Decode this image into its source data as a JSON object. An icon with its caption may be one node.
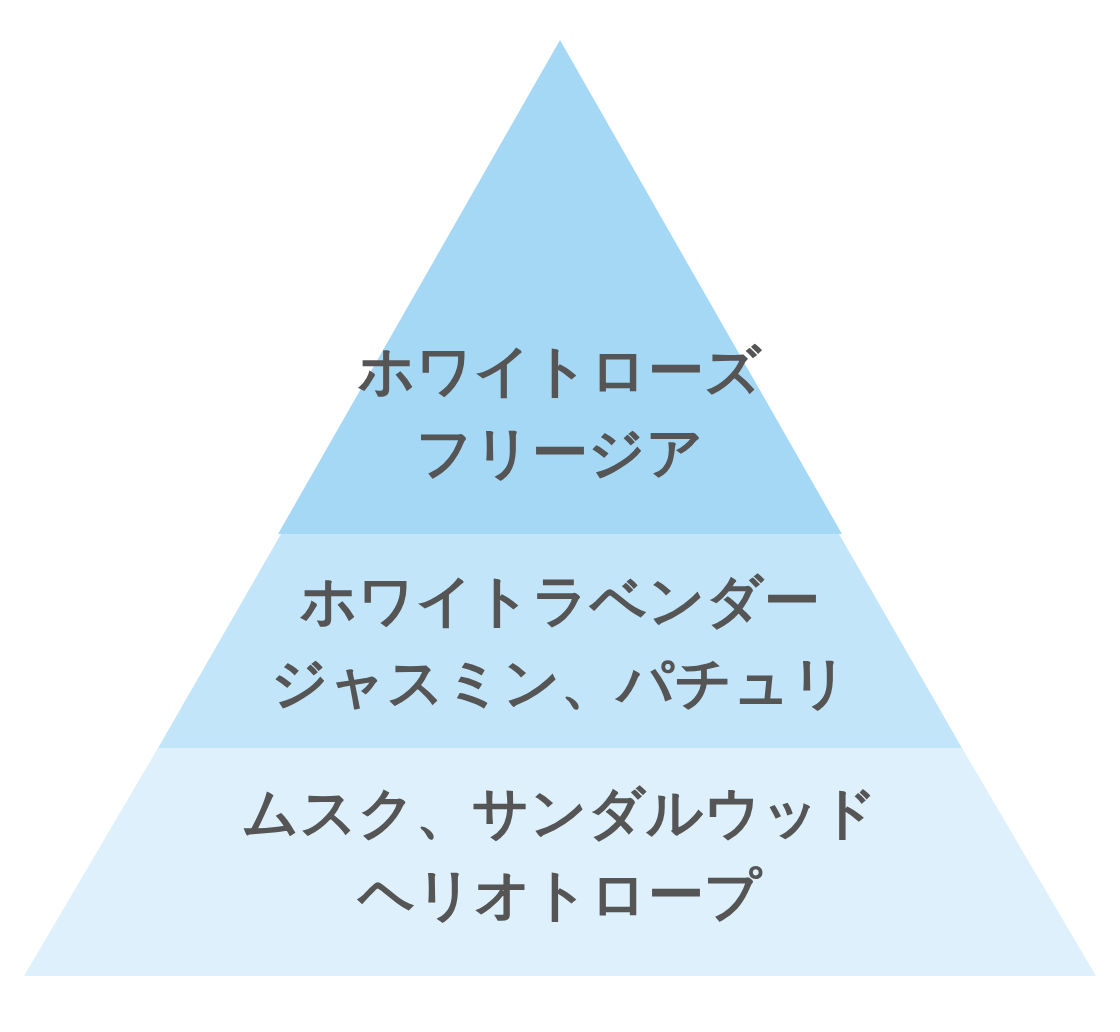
{
  "diagram": {
    "nodes": [
      {
        "text": [
          "ホワイトローズフリージア"
        ]
      },
      {
        "text": [
          "ホワイトラベンダージャスミン、パチュリ"
        ]
      },
      {
        "text": [
          "ムスク、サンダルウッドヘリオトロープ"
        ]
      }
    ]
  }
}
